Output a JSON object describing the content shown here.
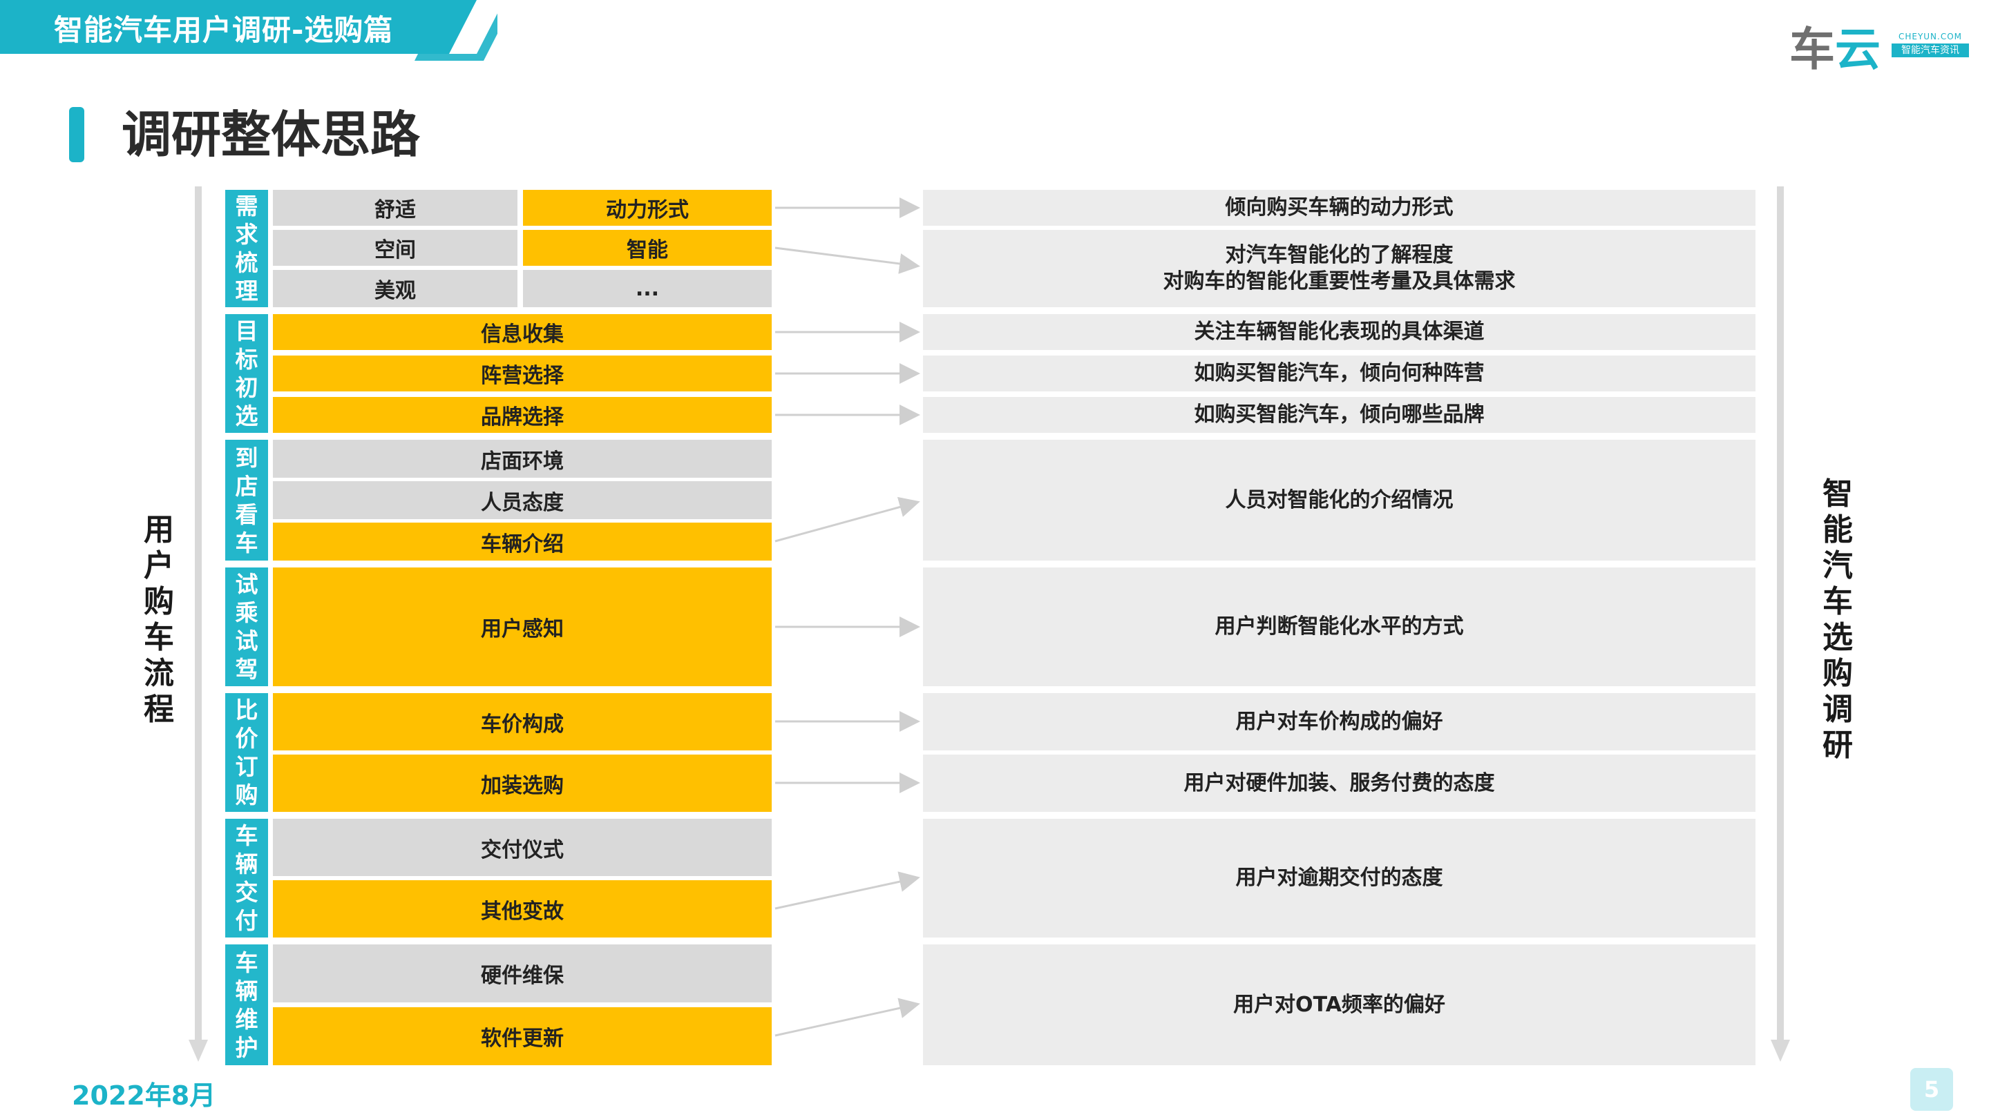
{
  "header": {
    "title": "智能汽车用户调研-选购篇"
  },
  "logo": {
    "text_1": "车",
    "text_2": "云",
    "badge_en": "CHEYUN.COM",
    "badge_cn": "智能汽车资讯"
  },
  "page_title": "调研整体思路",
  "left_axis_label": "用户购车流程",
  "right_axis_label": "智能汽车选购调研",
  "stages": [
    {
      "label": "需求梳理"
    },
    {
      "label": "目标初选"
    },
    {
      "label": "到店看车"
    },
    {
      "label": "试乘试驾"
    },
    {
      "label": "比价订购"
    },
    {
      "label": "车辆交付"
    },
    {
      "label": "车辆维护"
    }
  ],
  "factors": [
    {
      "label": "舒适",
      "highlight": false
    },
    {
      "label": "动力形式",
      "highlight": true
    },
    {
      "label": "空间",
      "highlight": false
    },
    {
      "label": "智能",
      "highlight": true
    },
    {
      "label": "美观",
      "highlight": false
    },
    {
      "label": "...",
      "highlight": false
    },
    {
      "label": "信息收集",
      "highlight": true
    },
    {
      "label": "阵营选择",
      "highlight": true
    },
    {
      "label": "品牌选择",
      "highlight": true
    },
    {
      "label": "店面环境",
      "highlight": false
    },
    {
      "label": "人员态度",
      "highlight": false
    },
    {
      "label": "车辆介绍",
      "highlight": true
    },
    {
      "label": "用户感知",
      "highlight": true
    },
    {
      "label": "车价构成",
      "highlight": true
    },
    {
      "label": "加装选购",
      "highlight": true
    },
    {
      "label": "交付仪式",
      "highlight": false
    },
    {
      "label": "其他变故",
      "highlight": true
    },
    {
      "label": "硬件维保",
      "highlight": false
    },
    {
      "label": "软件更新",
      "highlight": true
    }
  ],
  "research_items": [
    {
      "lines": [
        "倾向购买车辆的动力形式"
      ]
    },
    {
      "lines": [
        "对汽车智能化的了解程度",
        "对购车的智能化重要性考量及具体需求"
      ]
    },
    {
      "lines": [
        "关注车辆智能化表现的具体渠道"
      ]
    },
    {
      "lines": [
        "如购买智能汽车，倾向何种阵营"
      ]
    },
    {
      "lines": [
        "如购买智能汽车，倾向哪些品牌"
      ]
    },
    {
      "lines": [
        "人员对智能化的介绍情况"
      ]
    },
    {
      "lines": [
        "用户判断智能化水平的方式"
      ]
    },
    {
      "lines": [
        "用户对车价构成的偏好"
      ]
    },
    {
      "lines": [
        "用户对硬件加装、服务付费的态度"
      ]
    },
    {
      "lines": [
        "用户对逾期交付的态度"
      ]
    },
    {
      "lines": [
        "用户对OTA频率的偏好"
      ]
    }
  ],
  "colors": {
    "cyan": "#1cb3c8",
    "stage": "#23b7cb",
    "highlight": "#ffc000",
    "neutral": "#d9d9d9",
    "desc_bg": "#ececec"
  },
  "footer": {
    "date": "2022年8月",
    "page_number": "5"
  }
}
